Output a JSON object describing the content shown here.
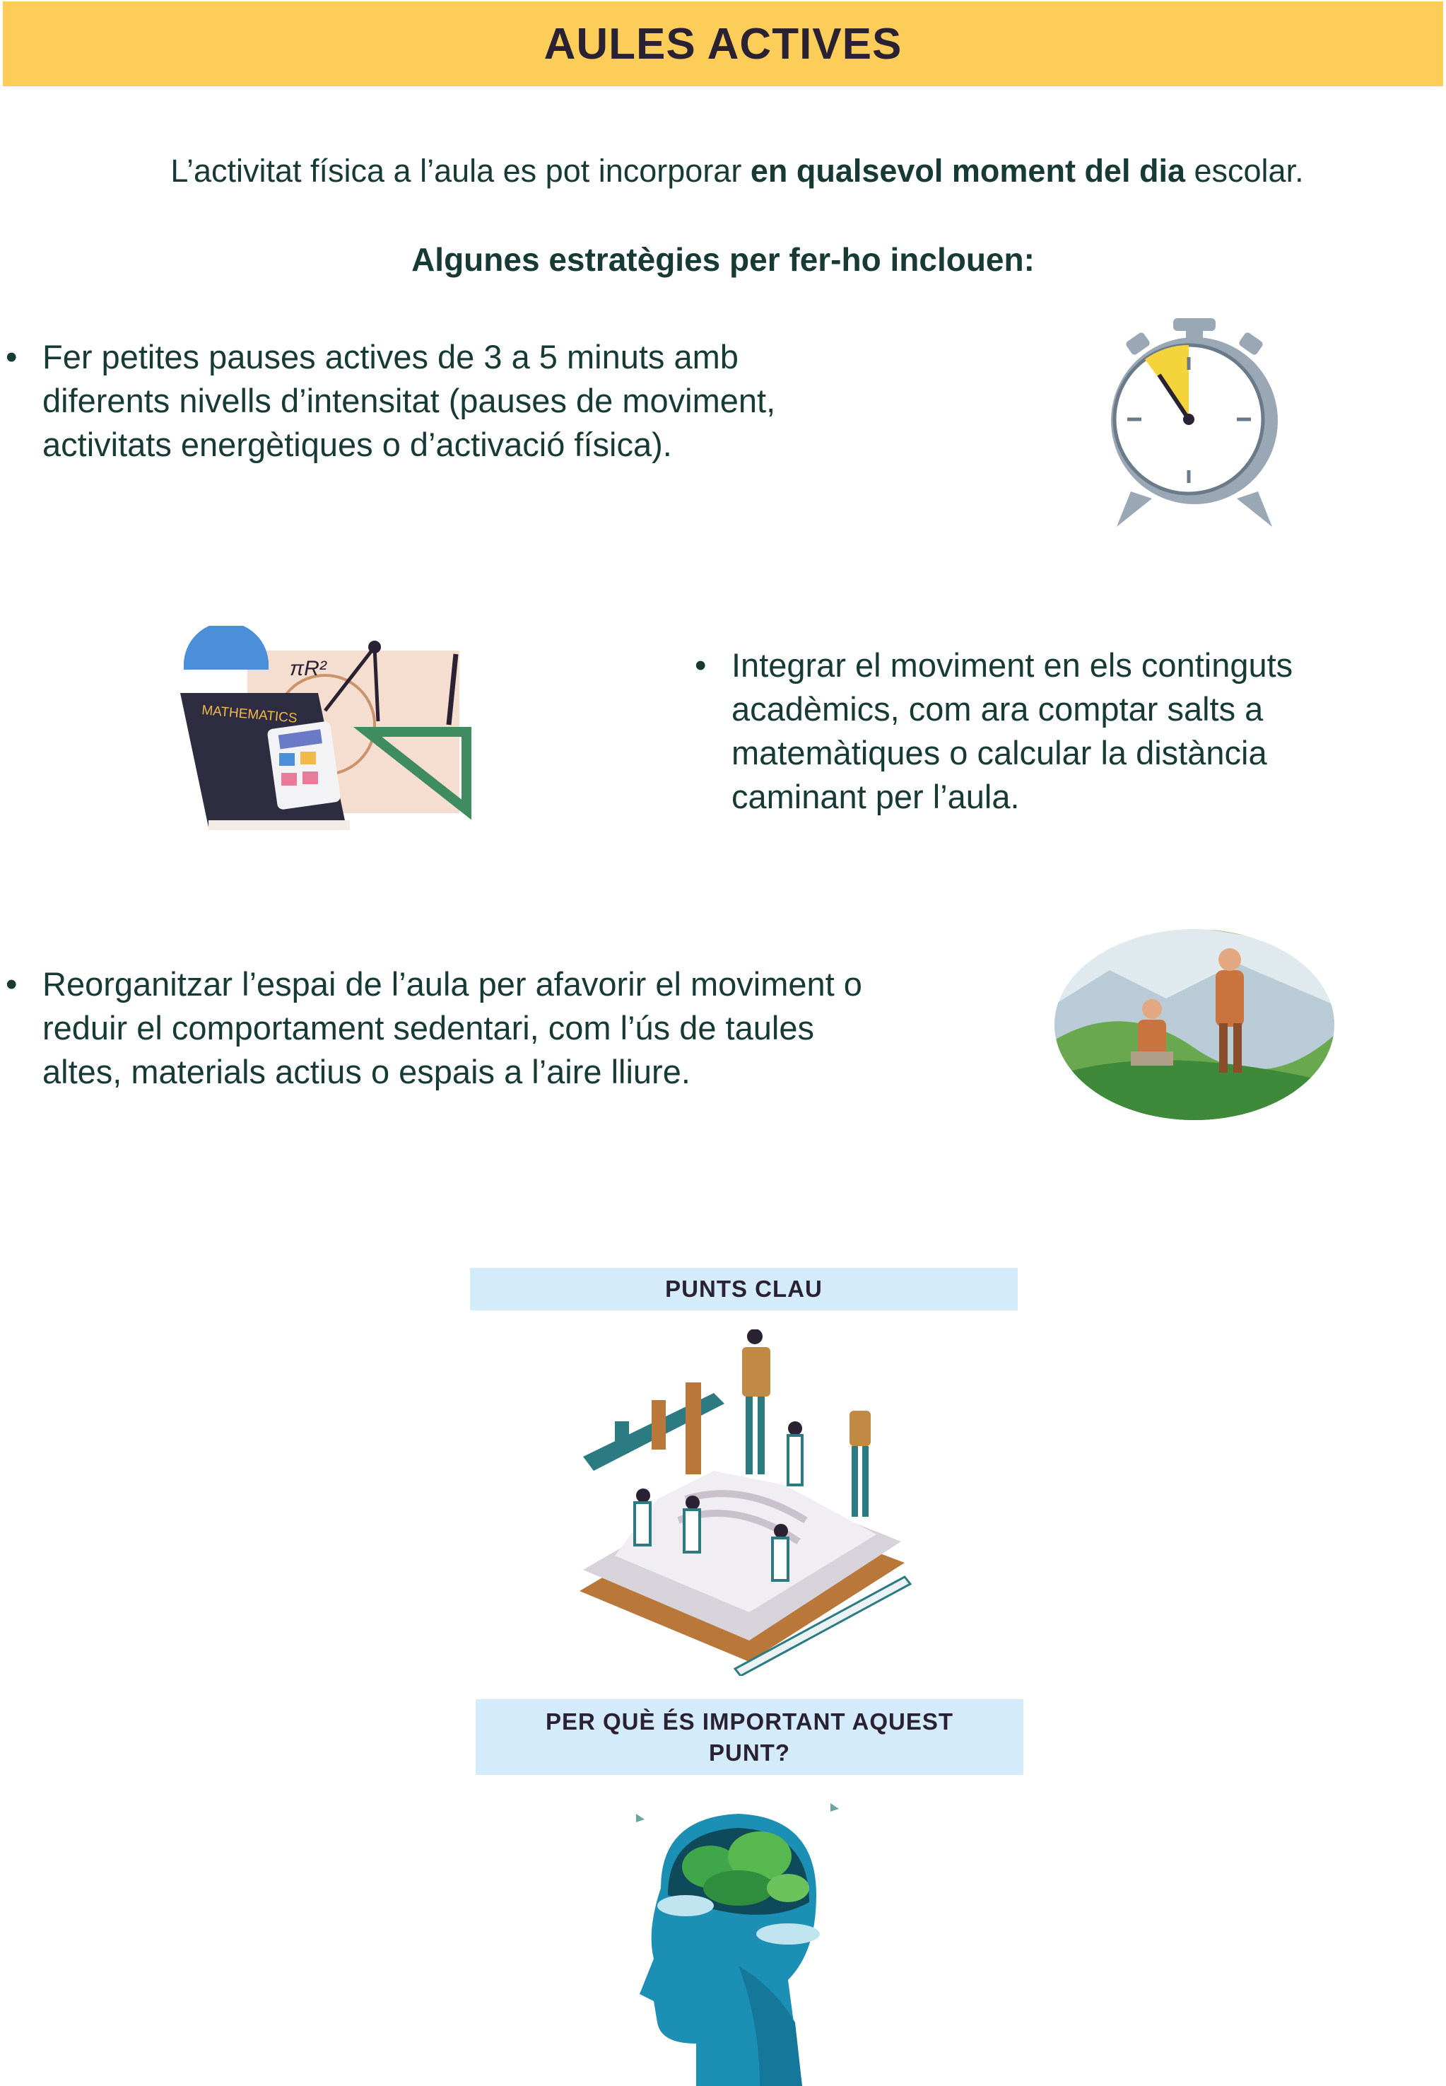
{
  "header": {
    "title": "AULES ACTIVES"
  },
  "intro": {
    "text_before": "L’activitat física a l’aula es pot incorporar ",
    "text_bold": "en qualsevol moment del dia",
    "text_after": " escolar."
  },
  "subheading": "Algunes estratègies per fer-ho inclouen:",
  "strategies": [
    {
      "bullet": "•",
      "text": "Fer petites pauses actives de 3 a 5 minuts amb diferents nivells d’intensitat (pauses de moviment, activitats energètiques o d’activació física).",
      "icon": "stopwatch-icon"
    },
    {
      "bullet": "•",
      "text": "Integrar el moviment en els continguts acadèmics, com ara comptar salts a matemàtiques o calcular la distància caminant per l’aula.",
      "icon": "mathematics-book-icon",
      "book_label": "MATHEMATICS",
      "formula": "πR²"
    },
    {
      "bullet": "•",
      "text": "Reorganitzar l’espai de l’aula per afavorir el moviment o reduir el comportament sedentari, com l’ús de taules altes, materials actius o espais a l’aire lliure.",
      "icon": "outdoor-hikers-illustration"
    }
  ],
  "key_points": {
    "label": "PUNTS CLAU"
  },
  "why_important": {
    "label": "PER QUÈ ÉS IMPORTANT AQUEST PUNT?"
  },
  "colors": {
    "banner": "#fdcd5a",
    "pill": "#d4ebfb",
    "text": "#173a35",
    "title": "#2a2233"
  }
}
